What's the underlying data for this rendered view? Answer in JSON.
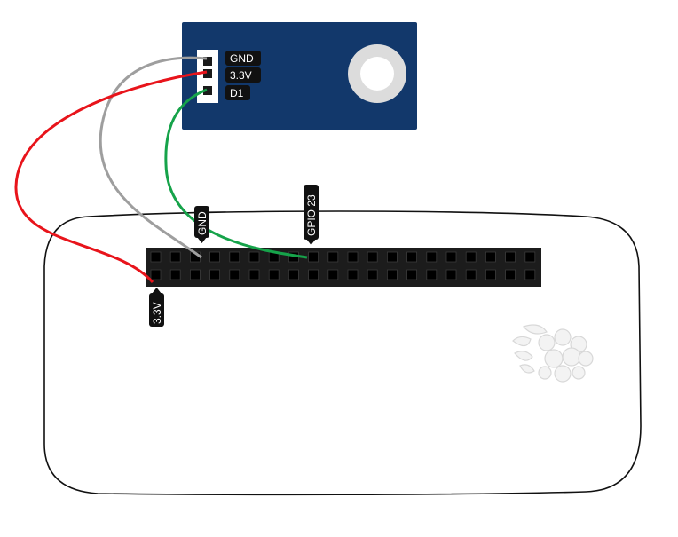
{
  "sensor_module": {
    "pins": [
      {
        "label": "GND",
        "wire_color": "#9e9e9e"
      },
      {
        "label": "3.3V",
        "wire_color": "#e8141b"
      },
      {
        "label": "D1",
        "wire_color": "#16a34a"
      }
    ],
    "board_color": "#12386b"
  },
  "raspberry_pi": {
    "pin_labels": {
      "gnd": "GND",
      "gpio": "GPIO 23",
      "power": "3.3V"
    },
    "header_rows": 2,
    "header_columns": 20
  },
  "wires": [
    {
      "from": "GND",
      "to": "GND",
      "color": "#9e9e9e"
    },
    {
      "from": "3.3V",
      "to": "3.3V",
      "color": "#e8141b"
    },
    {
      "from": "D1",
      "to": "GPIO 23",
      "color": "#16a34a"
    }
  ]
}
